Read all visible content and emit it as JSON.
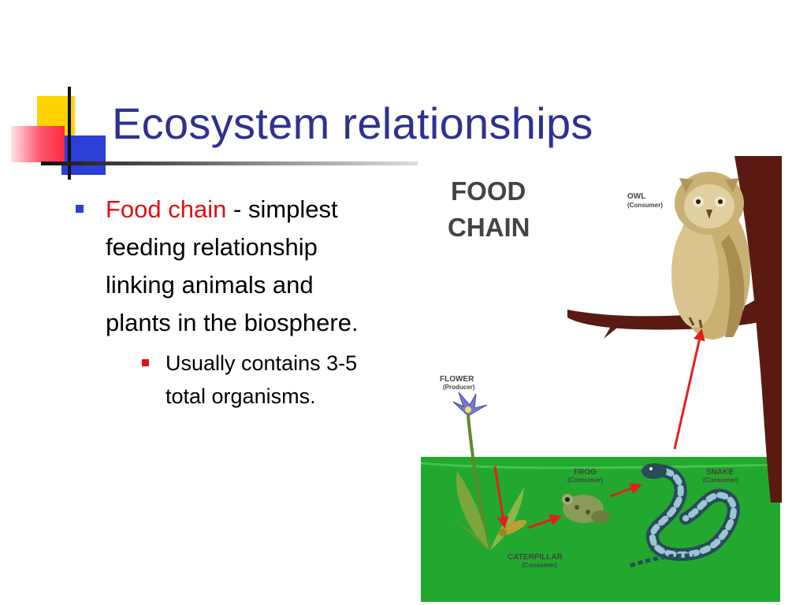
{
  "slide": {
    "title": "Ecosystem relationships",
    "bullet": {
      "term": "Food chain",
      "separator": " -",
      "definition": "simplest feeding relationship linking animals and plants in the biosphere."
    },
    "sub_bullet": "Usually contains 3-5 total organisms."
  },
  "figure": {
    "title_line1": "FOOD",
    "title_line2": "CHAIN",
    "owl": {
      "name": "OWL",
      "role": "(Consumer)"
    },
    "flower": {
      "name": "FLOWER",
      "role": "(Producer)"
    },
    "frog": {
      "name": "FROG",
      "role": "(Consumer)"
    },
    "snake": {
      "name": "SNAKE",
      "role": "(Consumer)"
    },
    "caterpillar": {
      "name": "CATERPILLAR",
      "role": "(Consumer)"
    }
  },
  "colors": {
    "title": "#2e3192",
    "highlight": "#e01010",
    "ground": "#22a82e",
    "arrow": "#e02020"
  }
}
